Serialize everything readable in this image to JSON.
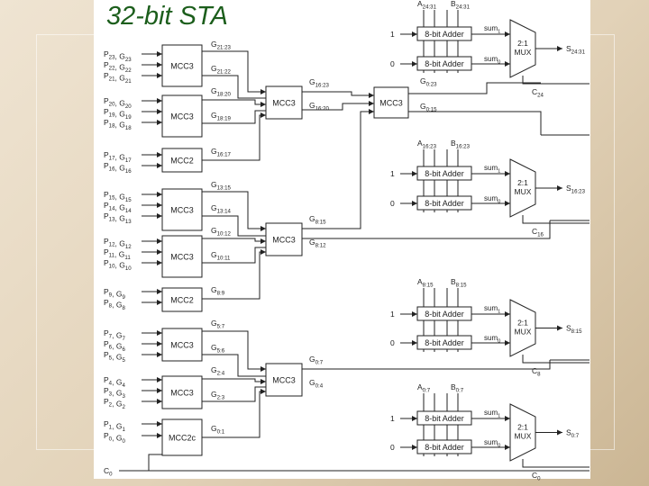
{
  "slide": {
    "title": "32-bit STA"
  },
  "diagram": {
    "mcc_left": [
      {
        "label": "MCC3",
        "inputs": [
          "P23, G23",
          "P22, G22",
          "P21, G21"
        ],
        "outputs": [
          "G21:23",
          "G21:22"
        ]
      },
      {
        "label": "MCC3",
        "inputs": [
          "P20, G20",
          "P19, G19",
          "P18, G18"
        ],
        "outputs": [
          "G18:20",
          "G18:19"
        ]
      },
      {
        "label": "MCC2",
        "inputs": [
          "P17, G17",
          "P16, G16"
        ],
        "outputs": [
          "G16:17"
        ]
      },
      {
        "label": "MCC3",
        "inputs": [
          "P15, G15",
          "P14, G14",
          "P13, G13"
        ],
        "outputs": [
          "G13:15",
          "G13:14"
        ]
      },
      {
        "label": "MCC3",
        "inputs": [
          "P12, G12",
          "P11, G11",
          "P10, G10"
        ],
        "outputs": [
          "G10:12",
          "G10:11"
        ]
      },
      {
        "label": "MCC2",
        "inputs": [
          "P9, G9",
          "P8, G8"
        ],
        "outputs": [
          "G8:9"
        ]
      },
      {
        "label": "MCC3",
        "inputs": [
          "P7, G7",
          "P6, G6",
          "P5, G5"
        ],
        "outputs": [
          "G5:7",
          "G5:6"
        ]
      },
      {
        "label": "MCC3",
        "inputs": [
          "P4, G4",
          "P3, G3",
          "P2, G2"
        ],
        "outputs": [
          "G2:4",
          "G2:3"
        ]
      },
      {
        "label": "MCC2c",
        "inputs": [
          "P1, G1",
          "P0, G0"
        ],
        "outputs": [
          "G0:1"
        ]
      }
    ],
    "mcc_mid": [
      {
        "label": "MCC3",
        "outputs": [
          "G16:23",
          "G16:20"
        ]
      },
      {
        "label": "MCC3",
        "outputs": [
          "G8:15",
          "G8:12"
        ]
      },
      {
        "label": "MCC3",
        "outputs": [
          "G0:7",
          "G0:4"
        ]
      }
    ],
    "mcc_top": {
      "label": "MCC3",
      "outputs": [
        "G0:23",
        "G0:15"
      ]
    },
    "c0_label": "C0",
    "groups": [
      {
        "ab": [
          "A24:31",
          "B24:31"
        ],
        "adder": "8-bit Adder",
        "in_labels": [
          "1",
          "0"
        ],
        "sums": [
          "sum1",
          "sum0"
        ],
        "mux": [
          "2:1",
          "MUX"
        ],
        "sout": "S24:31",
        "carry": "C24"
      },
      {
        "ab": [
          "A16:23",
          "B16:23"
        ],
        "adder": "8-bit Adder",
        "in_labels": [
          "1",
          "0"
        ],
        "sums": [
          "sum1",
          "sum0"
        ],
        "mux": [
          "2:1",
          "MUX"
        ],
        "sout": "S16:23",
        "carry": "C16"
      },
      {
        "ab": [
          "A8:15",
          "B8:15"
        ],
        "adder": "8-bit Adder",
        "in_labels": [
          "1",
          "0"
        ],
        "sums": [
          "sum1",
          "sum0"
        ],
        "mux": [
          "2:1",
          "MUX"
        ],
        "sout": "S8:15",
        "carry": "C8"
      },
      {
        "ab": [
          "A0:7",
          "B0:7"
        ],
        "adder": "8-bit Adder",
        "in_labels": [
          "1",
          "0"
        ],
        "sums": [
          "sum1",
          "sum0"
        ],
        "mux": [
          "2:1",
          "MUX"
        ],
        "sout": "S0:7",
        "carry": "C0"
      }
    ]
  }
}
